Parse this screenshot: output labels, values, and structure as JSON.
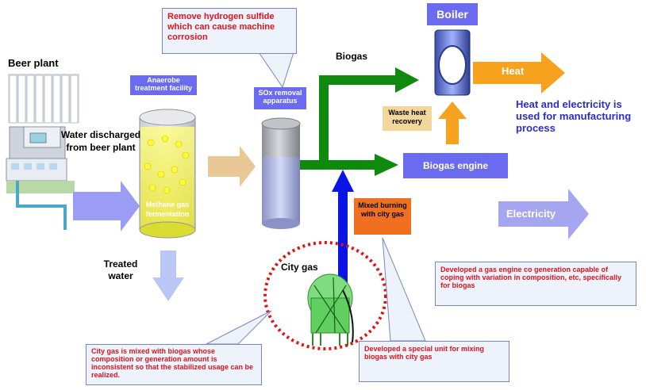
{
  "beer_plant": "Beer plant",
  "water_discharged": "Water discharged from beer plant",
  "anaerobe_facility": "Anaerobe treatment facility",
  "methane_fermentation": "Methane gas fermentation",
  "treated_water": "Treated water",
  "h2s_note": "Remove hydrogen sulfide which can cause machine corrosion",
  "sox_apparatus": "SOx removal apparatus",
  "biogas": "Biogas",
  "boiler": "Boiler",
  "heat": "Heat",
  "waste_heat_recovery": "Waste heat recovery",
  "heat_electricity_note": "Heat and electricity is used for manufacturing process",
  "biogas_engine": "Biogas engine",
  "mixed_burning": "Mixed burning with city gas",
  "electricity": "Electricity",
  "city_gas": "City gas",
  "note_cogeneration": "Developed a gas engine co generation capable of coping with variation in composition, etc, specifically for biogas",
  "note_city_gas_mixed": "City gas is mixed with biogas whose composition or generation amount is inconsistent so that the stabilized usage can be realized.",
  "note_special_unit": "Developed a special unit for mixing biogas with city gas",
  "colors": {
    "green_arrow": "#0f8a0f",
    "orange_arrow": "#f6a21f",
    "blue_arrow": "#0a14e6",
    "purple_box": "#6b6bf0",
    "callout_text": "#e0141e",
    "note_blue": "#2b2bd6",
    "dashed_circle": "#e01414",
    "mixed_box": "#f07020"
  }
}
